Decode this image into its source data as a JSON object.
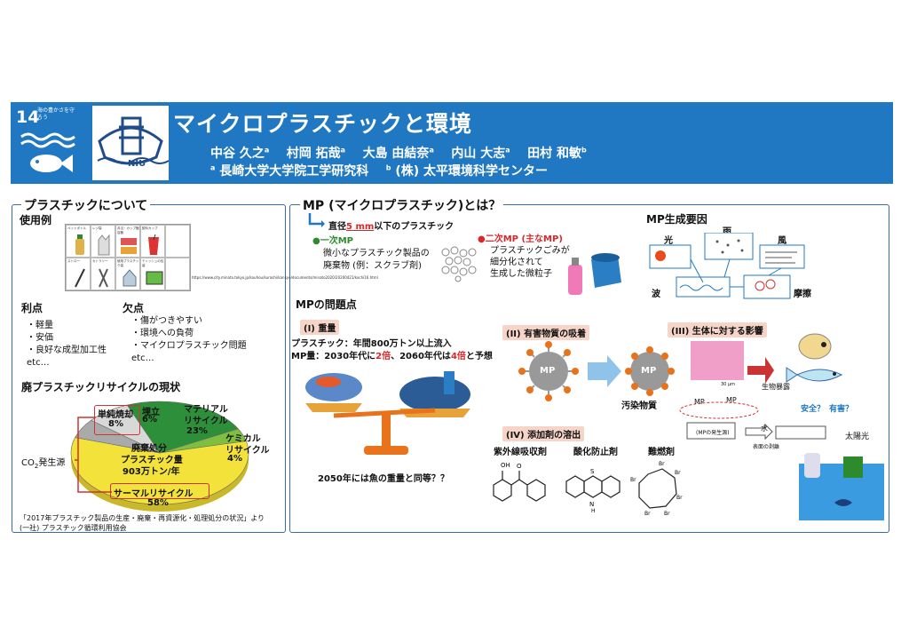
{
  "header": {
    "sdg_number": "14",
    "sdg_label": "海の豊かさを守ろう",
    "logo_text": "NIU",
    "title": "マイクロプラスチックと環境",
    "authors": [
      {
        "name": "中谷 久之",
        "sup": "a"
      },
      {
        "name": "村岡 拓哉",
        "sup": "a"
      },
      {
        "name": "大島 由結奈",
        "sup": "a"
      },
      {
        "name": "内山 大志",
        "sup": "a"
      },
      {
        "name": "田村 和敏",
        "sup": "b"
      }
    ],
    "affil_a_sup": "a",
    "affil_a": "長崎大学大学院工学研究科",
    "affil_b_sup": "b",
    "affil_b": "(株) 太平環境科学センター"
  },
  "left": {
    "section_title": "プラスチックについて",
    "usage_title": "使用例",
    "usage_items": [
      "ペットボトル",
      "レジ袋",
      "弁当・カップ麺容器",
      "飲料カップ",
      "",
      "ストロー",
      "カトラリー",
      "使用プラスチック袋",
      "ティッシュの包装",
      ""
    ],
    "url": "https://www.city.minato.tokyo.jp/kouhou/kurashi/kankyo/documents/minato2020/20200421/kochi16.html",
    "merits_title": "利点",
    "merits": [
      "・軽量",
      "・安価",
      "・良好な成型加工性",
      "etc…"
    ],
    "demerits_title": "欠点",
    "demerits": [
      "・傷がつきやすい",
      "・環境への負荷",
      "・マイクロプラスチック問題",
      "etc…"
    ],
    "recycle_title": "廃プラスチックリサイクルの現状",
    "co2_label": "CO",
    "co2_sub": "2",
    "co2_suffix": "発生源",
    "source_line1": "「2017年プラスチック製品の生産・廃棄・再資源化・処理処分の状況」より",
    "source_line2": "(一社) プラスチック循環利用協会",
    "chart_labels": {
      "simple_incineration": "単純焼却",
      "simple_incineration_pct": "8%",
      "landfill": "埋立",
      "landfill_pct": "6%",
      "material": "マテリアル",
      "material2": "リサイクル",
      "material_pct": "23%",
      "chemical": "ケミカル",
      "chemical2": "リサイクル",
      "chemical_pct": "4%",
      "total1": "廃棄処分",
      "total2": "プラスチック量",
      "total3": "903万トン/年",
      "thermal": "サーマルリサイクル",
      "thermal_pct": "58%"
    }
  },
  "chart_data": {
    "type": "pie",
    "title": "廃プラスチックリサイクルの現状",
    "total": "903万トン/年",
    "slices": [
      {
        "label": "サーマルリサイクル",
        "value": 58,
        "color": "#f2e23a"
      },
      {
        "label": "マテリアルリサイクル",
        "value": 23,
        "color": "#2e8f3a"
      },
      {
        "label": "ケミカルリサイクル",
        "value": 4,
        "color": "#7fbf3f"
      },
      {
        "label": "埋立",
        "value": 6,
        "color": "#aaaaaa"
      },
      {
        "label": "単純焼却",
        "value": 8,
        "color": "#d8d8d8"
      }
    ]
  },
  "right": {
    "section_title": "MP (マイクロプラスチック)とは？",
    "def_prefix": "直径",
    "def_size": "5 mm",
    "def_suffix": "以下のプラスチック",
    "primary_title": "●一次MP",
    "primary_desc1": "微小なプラスチック製品の",
    "primary_desc2": "廃棄物 (例：スクラブ剤)",
    "secondary_title": "●二次MP (主なMP)",
    "secondary_desc1": "プラスチックごみが",
    "secondary_desc2": "細分化されて",
    "secondary_desc3": "生成した微粒子",
    "factors_title": "MP生成要因",
    "factor_light": "光",
    "factor_rain": "雨",
    "factor_wind": "風",
    "factor_wave": "波",
    "factor_friction": "摩擦",
    "problems_title": "MPの問題点",
    "p1_title": "(I) 重量",
    "p1_line1": "プラスチック：年間800万トン以上流入",
    "p1_line2_a": "MP量：2030年代に",
    "p1_line2_b": "2倍",
    "p1_line2_c": "、2060年代は",
    "p1_line2_d": "4倍",
    "p1_line2_e": "と予想",
    "p1_caption": "2050年には魚の重量と同等？？",
    "p2_title": "(II) 有害物質の吸着",
    "mp_label": "MP",
    "pollutant": "汚染物質",
    "p3_title": "(III) 生体に対する影響",
    "bio_exposure": "生物暴露",
    "safe": "安全？",
    "harmful": "有害？",
    "p4_title": "(IV) 添加剤の溶出",
    "additive1": "紫外線吸収剤",
    "additive2": "酸化防止剤",
    "additive3": "難燃剤",
    "water": "水",
    "sunlight": "太陽光",
    "mp_source": "(MPの発生源)",
    "surface_peel": "表面の剥離",
    "scale": "30 μm"
  }
}
